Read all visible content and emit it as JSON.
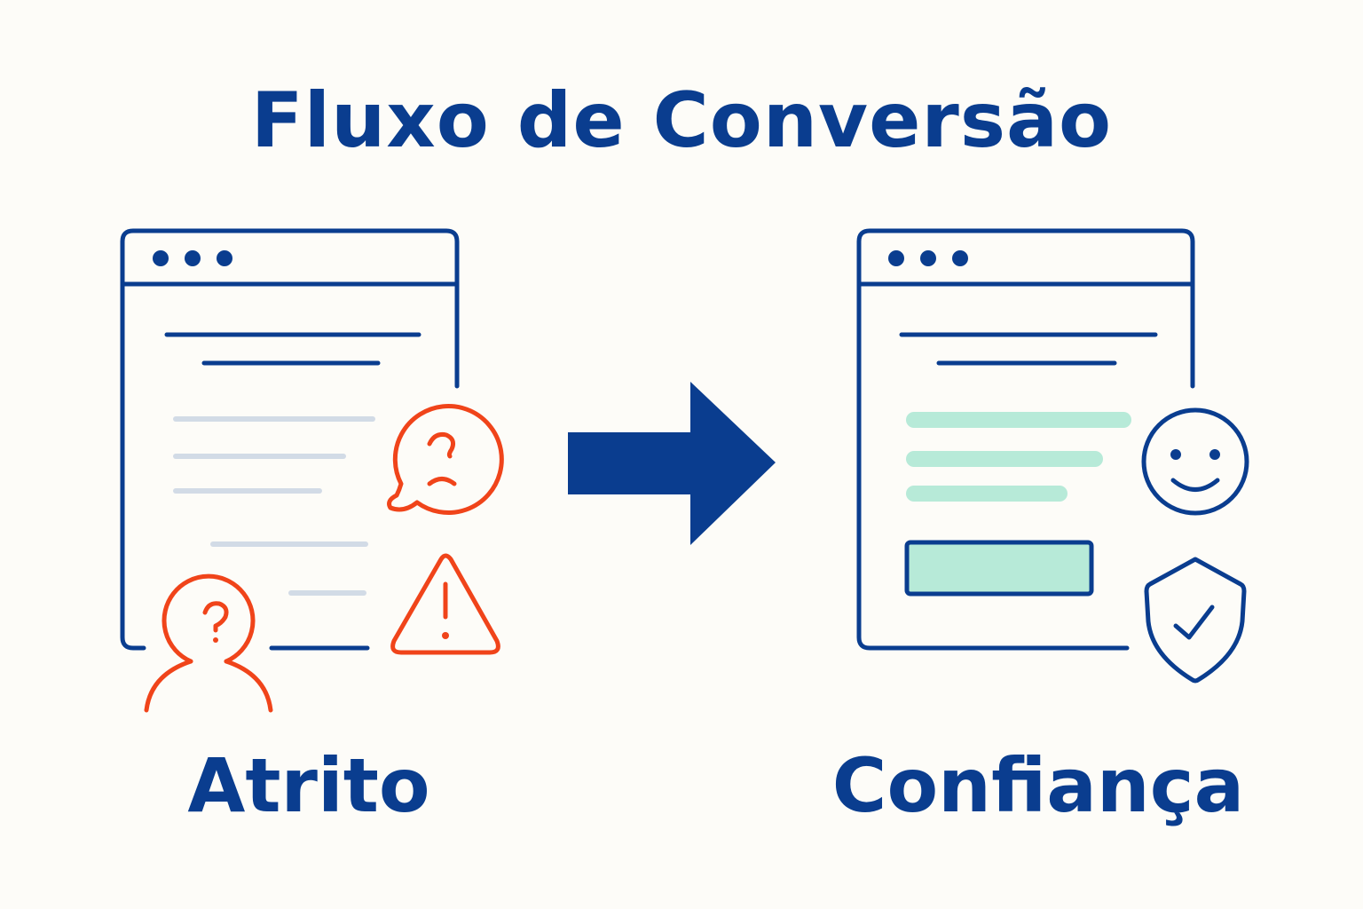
{
  "title": "Fluxo de Conversão",
  "left_panel": {
    "label": "Atrito",
    "icons": [
      "sad-speech-bubble-icon",
      "confused-user-icon",
      "warning-icon"
    ]
  },
  "right_panel": {
    "label": "Confiança",
    "icons": [
      "smiley-face-icon",
      "shield-check-icon"
    ]
  },
  "colors": {
    "primary_blue": "#0a3d8f",
    "friction_orange": "#f0441a",
    "muted_line": "#d2dbe6",
    "success_green": "#b7ead8",
    "background": "#fdfcf8"
  }
}
